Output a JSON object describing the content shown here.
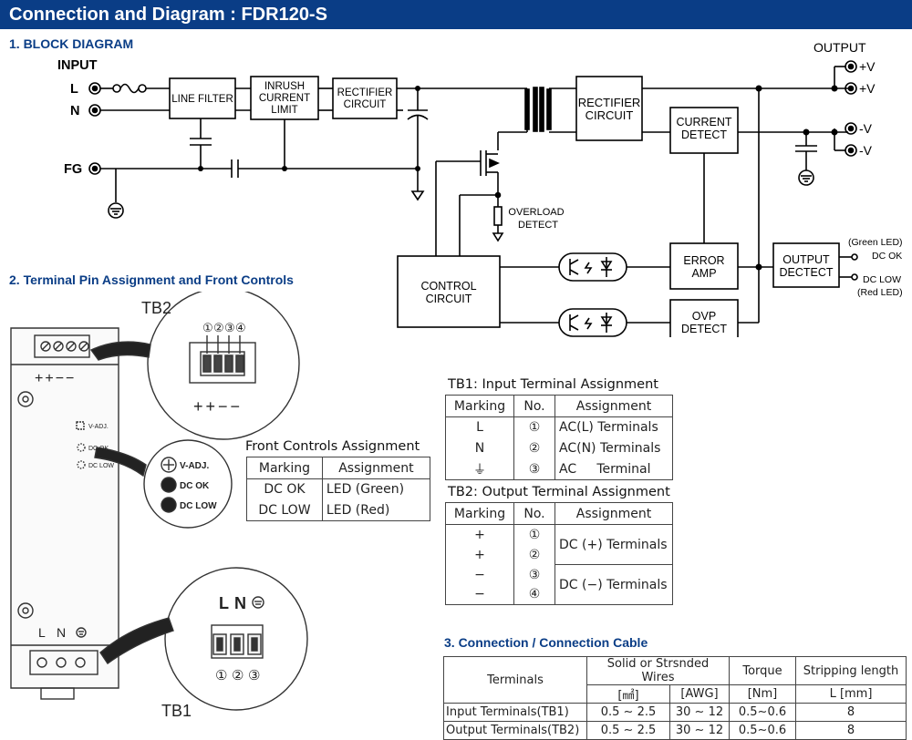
{
  "title": "Connection and Diagram : FDR120-S",
  "section1": {
    "heading": "1. BLOCK DIAGRAM",
    "input_label": "INPUT",
    "output_label": "OUTPUT",
    "pins": {
      "L": "L",
      "N": "N",
      "FG": "FG"
    },
    "blocks": {
      "line_filter": [
        "LINE FILTER"
      ],
      "inrush": [
        "INRUSH",
        "CURRENT",
        "LIMIT"
      ],
      "rectifier_in": [
        "RECTIFIER",
        "CIRCUIT"
      ],
      "rectifier_out": [
        "RECTIFIER",
        "CIRCUIT"
      ],
      "current_detect": [
        "CURRENT",
        "DETECT"
      ],
      "control": [
        "CONTROL",
        "CIRCUIT"
      ],
      "error_amp": [
        "ERROR",
        "AMP"
      ],
      "ovp": [
        "OVP",
        "DETECT"
      ],
      "output_detect": [
        "OUTPUT",
        "DECTECT"
      ],
      "overload": [
        "OVERLOAD",
        "DETECT"
      ]
    },
    "outputs": [
      "+V",
      "+V",
      "-V",
      "-V"
    ],
    "led_green": "(Green LED)",
    "dc_ok": "DC OK",
    "dc_low": "DC LOW",
    "led_red": "(Red LED)"
  },
  "section2": {
    "heading": "2. Terminal Pin Assignment and Front Controls",
    "tb2": "TB2",
    "tb1": "TB1",
    "pin_numbers_tb2": [
      "①",
      "②",
      "③",
      "④"
    ],
    "signs": "++−−",
    "vadj": "V-ADJ.",
    "dcok": "DC OK",
    "dclow": "DC LOW",
    "ln_marks": [
      "L",
      "N"
    ],
    "pin_numbers_tb1": [
      "①",
      "②",
      "③"
    ]
  },
  "front_controls": {
    "title": "Front Controls Assignment",
    "headers": [
      "Marking",
      "Assignment"
    ],
    "rows": [
      [
        "DC OK",
        "LED (Green)"
      ],
      [
        "DC LOW",
        "LED (Red)"
      ]
    ]
  },
  "tb1_table": {
    "title": "TB1: Input Terminal Assignment",
    "headers": [
      "Marking",
      "No.",
      "Assignment"
    ],
    "rows": [
      [
        "L",
        "①",
        "AC(L) Terminals"
      ],
      [
        "N",
        "②",
        "AC(N) Terminals"
      ],
      [
        "⏚",
        "③",
        "AC     Terminal"
      ]
    ]
  },
  "tb2_table": {
    "title": "TB2: Output Terminal Assignment",
    "headers": [
      "Marking",
      "No.",
      "Assignment"
    ],
    "markings": [
      "+",
      "+",
      "−",
      "−"
    ],
    "numbers": [
      "①",
      "②",
      "③",
      "④"
    ],
    "assign_pos": "DC (+) Terminals",
    "assign_neg": "DC (−) Terminals"
  },
  "section3": {
    "heading": "3. Connection / Connection Cable",
    "col_terminals": "Terminals",
    "col_wires": "Solid or Strsnded Wires",
    "col_torque": "Torque",
    "col_strip": "Stripping length",
    "sub_mm2": "[㎟]",
    "sub_awg": "[AWG]",
    "sub_nm": "[Nm]",
    "sub_l": "L [mm]",
    "rows": [
      [
        "Input Terminals(TB1)",
        "0.5 ∼ 2.5",
        "30 ∼ 12",
        "0.5∼0.6",
        "8"
      ],
      [
        "Output Terminals(TB2)",
        "0.5 ∼ 2.5",
        "30 ∼ 12",
        "0.5∼0.6",
        "8"
      ]
    ]
  }
}
